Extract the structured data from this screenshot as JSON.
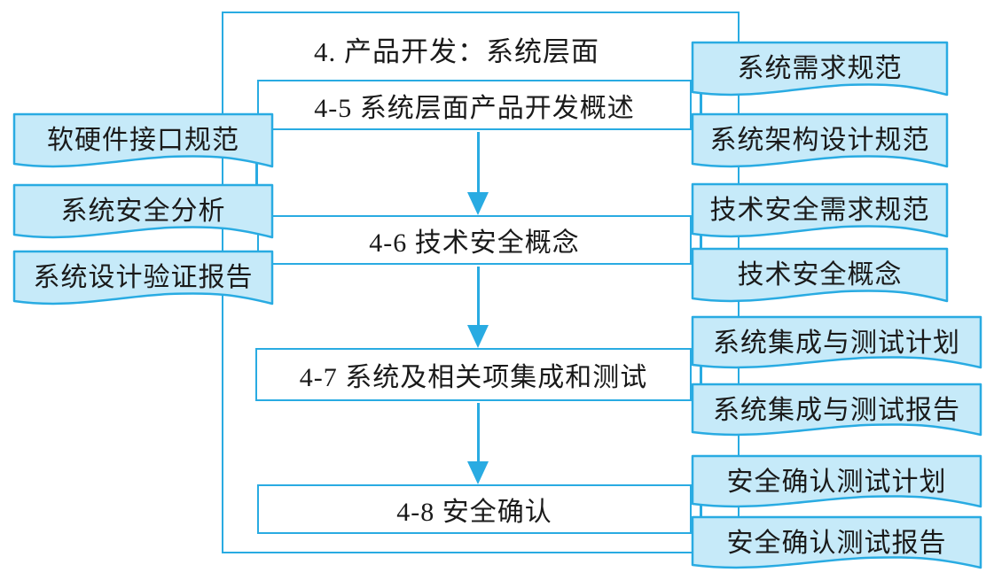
{
  "diagram": {
    "title": "4. 产品开发：系统层面",
    "processes": [
      {
        "label": "4-5 系统层面产品开发概述"
      },
      {
        "label": "4-6 技术安全概念"
      },
      {
        "label": "4-7 系统及相关项集成和测试"
      },
      {
        "label": "4-8 安全确认"
      }
    ],
    "left_documents": [
      {
        "label": "软硬件接口规范"
      },
      {
        "label": "系统安全分析"
      },
      {
        "label": "系统设计验证报告"
      }
    ],
    "right_documents": [
      {
        "label": "系统需求规范"
      },
      {
        "label": "系统架构设计规范"
      },
      {
        "label": "技术安全需求规范"
      },
      {
        "label": "技术安全概念"
      },
      {
        "label": "系统集成与测试计划"
      },
      {
        "label": "系统集成与测试报告"
      },
      {
        "label": "安全确认测试计划"
      },
      {
        "label": "安全确认测试报告"
      }
    ],
    "colors": {
      "line": "#29abe2",
      "doc_fill": "#c6eaf9",
      "text": "#1a1a1a"
    }
  }
}
